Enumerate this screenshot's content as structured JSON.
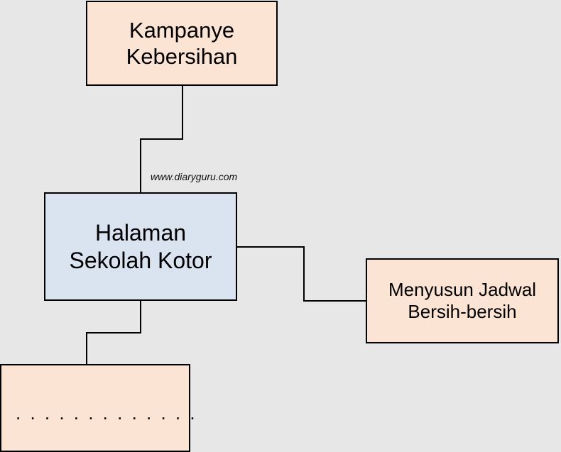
{
  "diagram": {
    "nodes": {
      "top": {
        "lines": [
          "Kampanye",
          "Kebersihan"
        ]
      },
      "center": {
        "lines": [
          "Halaman",
          "Sekolah Kotor"
        ]
      },
      "right": {
        "lines": [
          "Menyusun Jadwal",
          "Bersih-bersih"
        ]
      },
      "bottom": {
        "lines": [
          ". . . . . . . . . . . . ."
        ]
      }
    },
    "watermark": "www.diaryguru.com",
    "colors": {
      "background": "#e7e7e7",
      "peach_fill": "#fce4d5",
      "blue_fill": "#dae4f1",
      "border": "#000000"
    }
  }
}
